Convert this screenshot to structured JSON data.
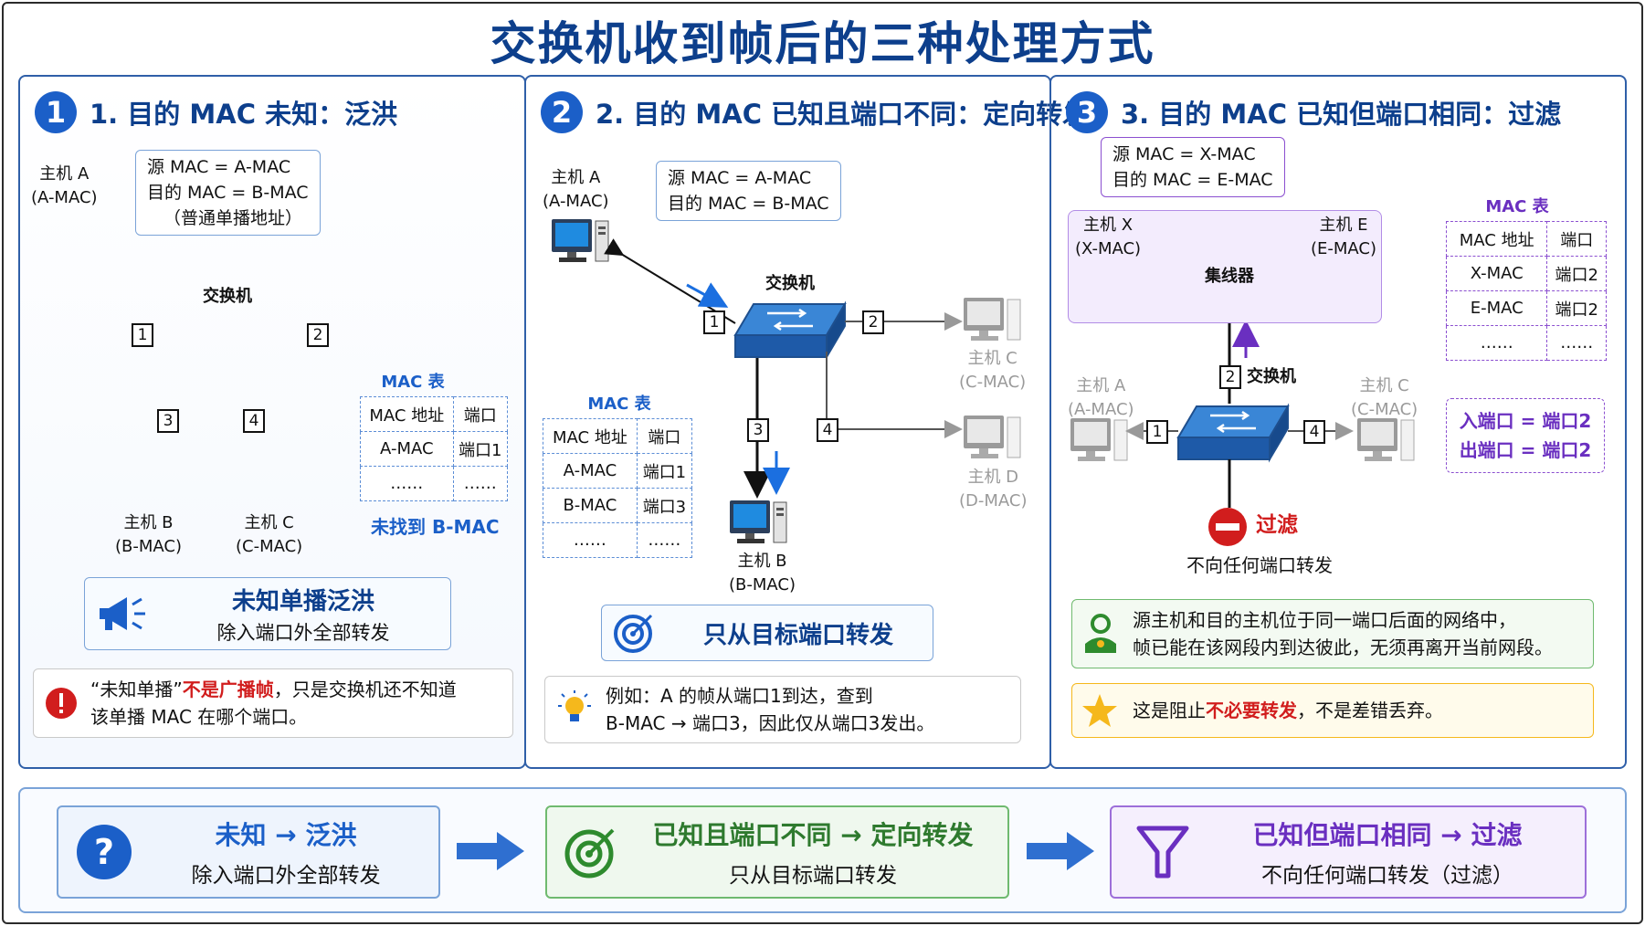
{
  "title": "交换机收到帧后的三种处理方式",
  "panel1": {
    "num": "1",
    "title": "1. 目的 MAC 未知：泛洪",
    "hostA": {
      "name": "主机 A",
      "mac": "(A-MAC)"
    },
    "info": [
      "源 MAC = A-MAC",
      "目的 MAC = B-MAC",
      "（普通单播地址）"
    ],
    "switch_label": "交换机",
    "ports": [
      "1",
      "2",
      "3",
      "4"
    ],
    "hostB": {
      "name": "主机 B",
      "mac": "(B-MAC)"
    },
    "hostC": {
      "name": "主机 C",
      "mac": "(C-MAC)"
    },
    "mac_table": {
      "title": "MAC 表",
      "headers": [
        "MAC 地址",
        "端口"
      ],
      "rows": [
        [
          "A-MAC",
          "端口1"
        ],
        [
          "……",
          "……"
        ]
      ]
    },
    "not_found": "未找到 B-MAC",
    "callout": {
      "title": "未知单播泛洪",
      "sub": "除入端口外全部转发"
    },
    "note": {
      "part1": "“未知单播”",
      "part2": "不是广播帧",
      "part3": "，只是交换机还不知道",
      "line2": "该单播 MAC 在哪个端口。"
    }
  },
  "panel2": {
    "num": "2",
    "title": "2. 目的 MAC 已知且端口不同：定向转发",
    "hostA": {
      "name": "主机 A",
      "mac": "(A-MAC)"
    },
    "info": [
      "源 MAC = A-MAC",
      "目的 MAC = B-MAC"
    ],
    "switch_label": "交换机",
    "ports": [
      "1",
      "2",
      "3",
      "4"
    ],
    "hostB": {
      "name": "主机 B",
      "mac": "(B-MAC)"
    },
    "hostC": {
      "name": "主机 C",
      "mac": "(C-MAC)"
    },
    "hostD": {
      "name": "主机 D",
      "mac": "(D-MAC)"
    },
    "mac_table": {
      "title": "MAC 表",
      "headers": [
        "MAC 地址",
        "端口"
      ],
      "rows": [
        [
          "A-MAC",
          "端口1"
        ],
        [
          "B-MAC",
          "端口3"
        ],
        [
          "……",
          "……"
        ]
      ]
    },
    "callout": {
      "title": "只从目标端口转发"
    },
    "note": {
      "line1": "例如：A 的帧从端口1到达，查到",
      "line2": "B-MAC → 端口3，因此仅从端口3发出。"
    }
  },
  "panel3": {
    "num": "3",
    "title": "3. 目的 MAC 已知但端口相同：过滤",
    "info": [
      "源 MAC = X-MAC",
      "目的 MAC = E-MAC"
    ],
    "hostX": {
      "name": "主机 X",
      "mac": "(X-MAC)"
    },
    "hostE": {
      "name": "主机 E",
      "mac": "(E-MAC)"
    },
    "hub_label": "集线器",
    "switch_label": "交换机",
    "ports": [
      "1",
      "2",
      "4"
    ],
    "hostA": {
      "name": "主机 A",
      "mac": "(A-MAC)"
    },
    "hostC": {
      "name": "主机 C",
      "mac": "(C-MAC)"
    },
    "mac_table": {
      "title": "MAC 表",
      "headers": [
        "MAC 地址",
        "端口"
      ],
      "rows": [
        [
          "X-MAC",
          "端口2"
        ],
        [
          "E-MAC",
          "端口2"
        ],
        [
          "……",
          "……"
        ]
      ]
    },
    "inout": [
      "入端口 = 端口2",
      "出端口 = 端口2"
    ],
    "filter_label": "过滤",
    "filter_sub": "不向任何端口转发",
    "note1": {
      "line1": "源主机和目的主机位于同一端口后面的网络中，",
      "line2": "帧已能在该网段内到达彼此，无须再离开当前网段。"
    },
    "note2": {
      "part1": "这是阻止",
      "part2": "不必要转发",
      "part3": "，不是差错丢弃。"
    }
  },
  "summary": {
    "s1": {
      "title": "未知  →  泛洪",
      "sub": "除入端口外全部转发"
    },
    "s2": {
      "title": "已知且端口不同  →  定向转发",
      "sub": "只从目标端口转发"
    },
    "s3": {
      "title": "已知但端口相同  →  过滤",
      "sub": "不向任何端口转发（过滤）"
    }
  },
  "colors": {
    "accent": "#1b5fc8",
    "title": "#0d3f8c",
    "green": "#2e8b2e",
    "purple": "#6a2fc0",
    "red": "#d11d1d"
  },
  "icons": [
    "megaphone-icon",
    "alert-icon",
    "target-icon",
    "lightbulb-icon",
    "filter-stop-icon",
    "network-person-icon",
    "star-icon",
    "question-icon",
    "funnel-icon",
    "arrow-icon"
  ]
}
